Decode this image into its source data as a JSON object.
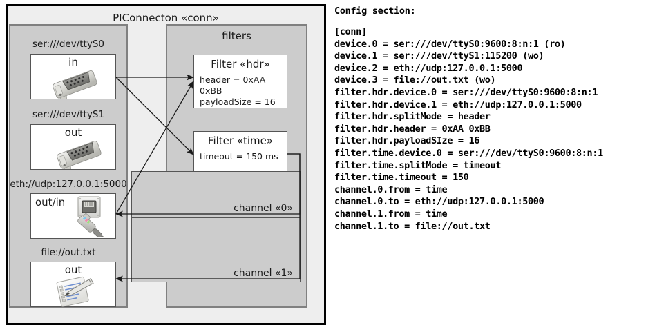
{
  "diagram": {
    "title": "PIConnecton «conn»",
    "devices_panel": {
      "items": [
        {
          "label": "ser:///dev/ttyS0",
          "direction": "in",
          "icon": "serial-port-icon"
        },
        {
          "label": "ser:///dev/ttyS1",
          "direction": "out",
          "icon": "serial-port-icon"
        },
        {
          "label": "eth://udp:127.0.0.1:5000",
          "direction": "out/in",
          "icon": "ethernet-socket-icon"
        },
        {
          "label": "file://out.txt",
          "direction": "out",
          "icon": "document-pen-icon"
        }
      ]
    },
    "filters_panel": {
      "title": "filters",
      "filters": [
        {
          "title": "Filter «hdr»",
          "attrs": [
            "header = 0xAA 0xBB",
            "payloadSize = 16"
          ]
        },
        {
          "title": "Filter «time»",
          "attrs": [
            "timeout = 150 ms"
          ]
        }
      ],
      "channels": [
        {
          "label": "channel «0»"
        },
        {
          "label": "channel «1»"
        }
      ]
    }
  },
  "config": {
    "heading": "Config section:",
    "lines": [
      "[conn]",
      "device.0 = ser:///dev/ttyS0:9600:8:n:1 (ro)",
      "device.1 = ser:///dev/ttyS1:115200 (wo)",
      "device.2 = eth://udp:127.0.0.1:5000",
      "device.3 = file://out.txt (wo)",
      "filter.hdr.device.0 = ser:///dev/ttyS0:9600:8:n:1",
      "filter.hdr.device.1 = eth://udp:127.0.0.1:5000",
      "filter.hdr.splitMode = header",
      "filter.hdr.header = 0xAA 0xBB",
      "filter.hdr.payloadSIze = 16",
      "filter.time.device.0 = ser:///dev/ttyS0:9600:8:n:1",
      "filter.time.splitMode = timeout",
      "filter.time.timeout = 150",
      "channel.0.from = time",
      "channel.0.to = eth://udp:127.0.0.1:5000",
      "channel.1.from = time",
      "channel.1.to = file://out.txt"
    ]
  },
  "colors": {
    "outer_fill": "#eeeeee",
    "panel_fill": "#cccccc",
    "node_fill": "#ffffff",
    "frame_stroke": "#000000",
    "panel_stroke": "#808080",
    "node_stroke": "#555555"
  }
}
